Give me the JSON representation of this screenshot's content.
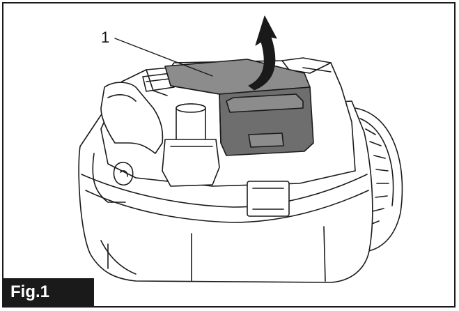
{
  "figure": {
    "label": "Fig.1",
    "callouts": [
      {
        "number": "1",
        "part": "lid"
      }
    ],
    "arrow": {
      "icon": "curved-arrow-up-icon"
    },
    "colors": {
      "frame": "#1a1a1a",
      "line": "#1a1a1a",
      "lid_fill": "#8c8c8c",
      "lid_dark": "#6e6e6e",
      "body_fill": "#ffffff",
      "label_bg": "#1a1a1a",
      "label_text": "#ffffff"
    }
  }
}
